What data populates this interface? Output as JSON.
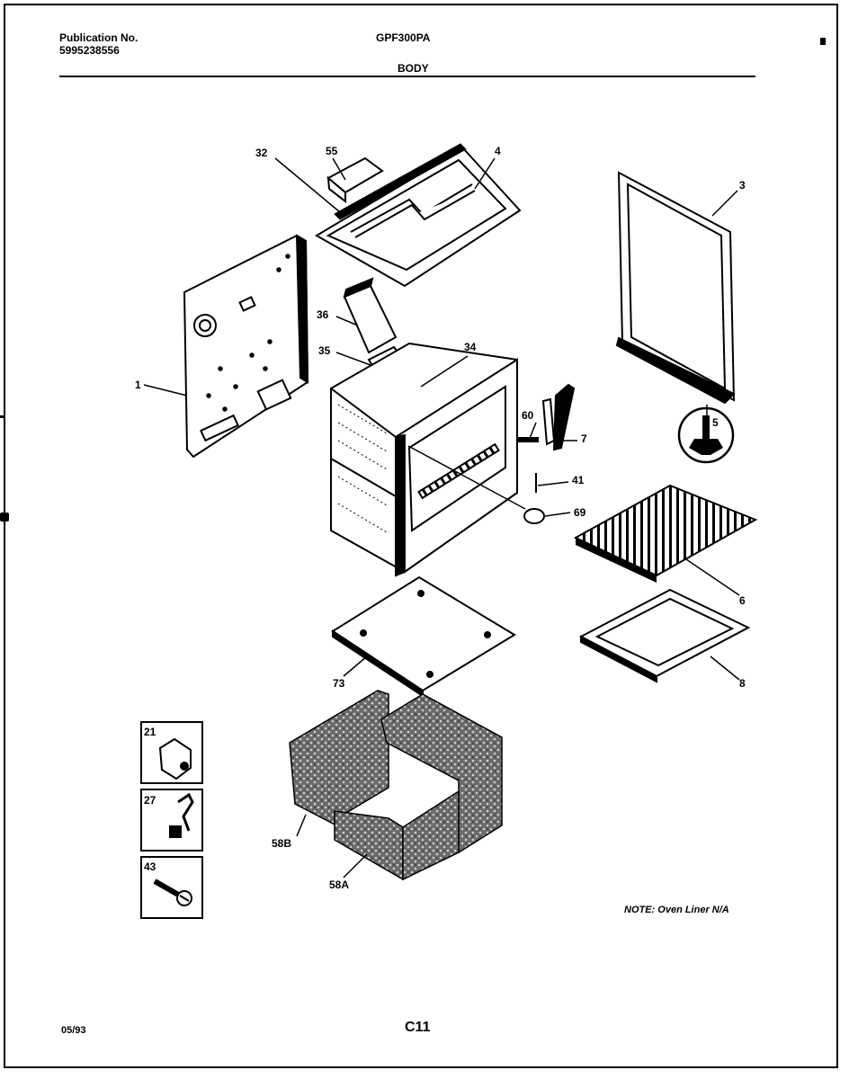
{
  "header": {
    "publication_label": "Publication No.",
    "publication_number": "5995238556",
    "model": "GPF300PA",
    "section": "BODY"
  },
  "parts": [
    {
      "id": "1"
    },
    {
      "id": "3"
    },
    {
      "id": "4"
    },
    {
      "id": "5"
    },
    {
      "id": "6"
    },
    {
      "id": "7"
    },
    {
      "id": "8"
    },
    {
      "id": "21"
    },
    {
      "id": "27"
    },
    {
      "id": "32"
    },
    {
      "id": "34"
    },
    {
      "id": "35"
    },
    {
      "id": "36"
    },
    {
      "id": "41"
    },
    {
      "id": "43"
    },
    {
      "id": "55"
    },
    {
      "id": "58A"
    },
    {
      "id": "58B"
    },
    {
      "id": "60"
    },
    {
      "id": "69"
    },
    {
      "id": "73"
    }
  ],
  "labels": {
    "p1": "1",
    "p3": "3",
    "p4": "4",
    "p5": "5",
    "p6": "6",
    "p7": "7",
    "p8": "8",
    "p21": "21",
    "p27": "27",
    "p32": "32",
    "p34": "34",
    "p35": "35",
    "p36": "36",
    "p41": "41",
    "p43": "43",
    "p55": "55",
    "p58a": "58A",
    "p58b": "58B",
    "p60": "60",
    "p69": "69",
    "p73": "73"
  },
  "note": "NOTE: Oven Liner N/A",
  "footer": {
    "date": "05/93",
    "page": "C11"
  }
}
